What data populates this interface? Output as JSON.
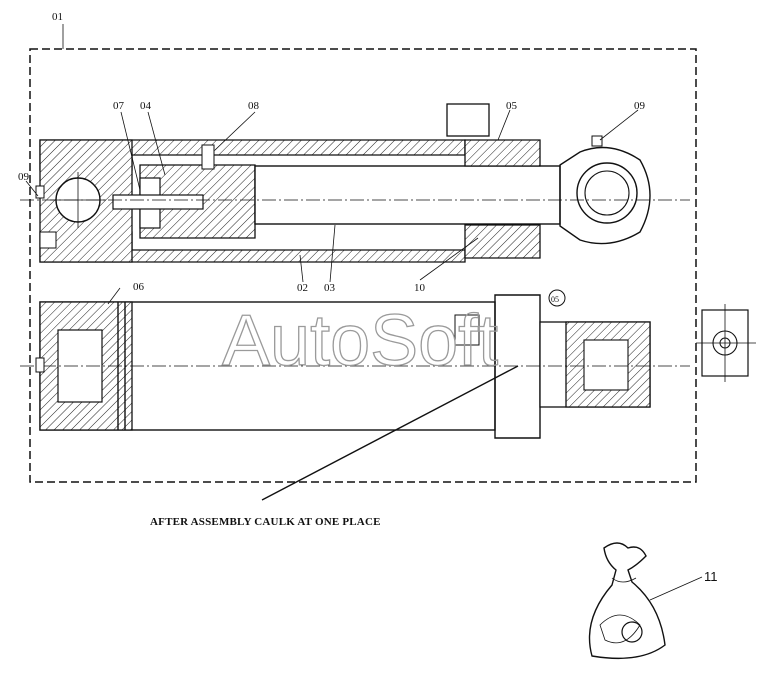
{
  "diagram": {
    "assembly_label": "01",
    "callouts": {
      "c07": "07",
      "c04": "04",
      "c08": "08",
      "c05": "05",
      "c09_right": "09",
      "c09_left": "09",
      "c02": "02",
      "c03": "03",
      "c10": "10",
      "c06": "06",
      "c05_circle": "05",
      "c11": "11"
    },
    "note": "AFTER ASSEMBLY CAULK AT ONE PLACE",
    "watermark": "AutoSoft"
  }
}
